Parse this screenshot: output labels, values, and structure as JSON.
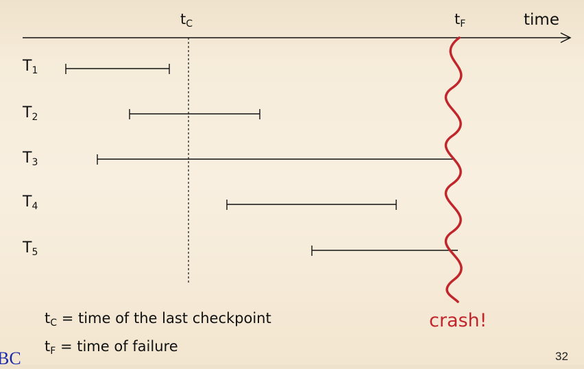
{
  "diagram": {
    "time_axis_label": "time",
    "checkpoint_marker": {
      "base": "t",
      "sub": "C"
    },
    "failure_marker": {
      "base": "t",
      "sub": "F"
    },
    "transactions": [
      {
        "base": "T",
        "sub": "1"
      },
      {
        "base": "T",
        "sub": "2"
      },
      {
        "base": "T",
        "sub": "3"
      },
      {
        "base": "T",
        "sub": "4"
      },
      {
        "base": "T",
        "sub": "5"
      }
    ],
    "crash_label": "crash!",
    "legend": [
      {
        "base": "t",
        "sub": "C",
        "text": " = time of the last checkpoint"
      },
      {
        "base": "t",
        "sub": "F",
        "text": " = time of failure"
      }
    ],
    "colors": {
      "crash": "#c0262b",
      "lines": "#111111",
      "logo": "#1a2aa8"
    }
  },
  "footer": {
    "page_number": "32",
    "logo_fragment": "BC"
  }
}
